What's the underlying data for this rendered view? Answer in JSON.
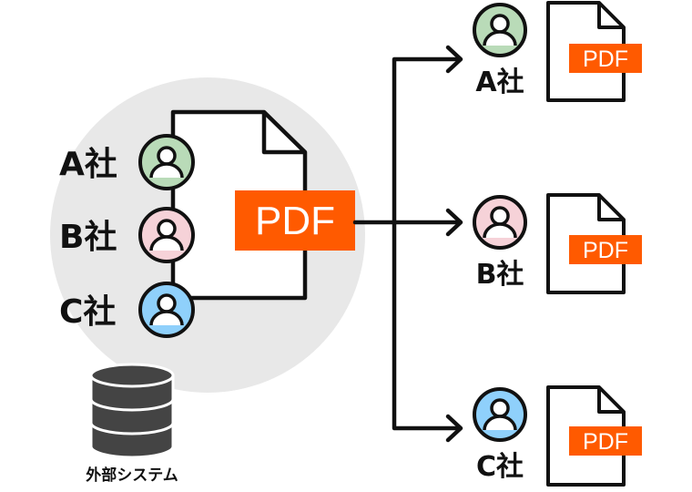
{
  "source": {
    "companies": [
      {
        "label": "A社",
        "color": "#b9dbb8"
      },
      {
        "label": "B社",
        "color": "#f6d2d8"
      },
      {
        "label": "C社",
        "color": "#8fd0fb"
      }
    ],
    "document_label": "PDF",
    "system_label": "外部システム",
    "system_icon": "database-icon"
  },
  "outputs": [
    {
      "label": "A社",
      "color": "#b9dbb8",
      "document_label": "PDF"
    },
    {
      "label": "B社",
      "color": "#f6d2d8",
      "document_label": "PDF"
    },
    {
      "label": "C社",
      "color": "#8fd0fb",
      "document_label": "PDF"
    }
  ],
  "colors": {
    "pdf": "#ff5a00",
    "background_circle": "#e8e8e8",
    "stroke": "#111111"
  }
}
